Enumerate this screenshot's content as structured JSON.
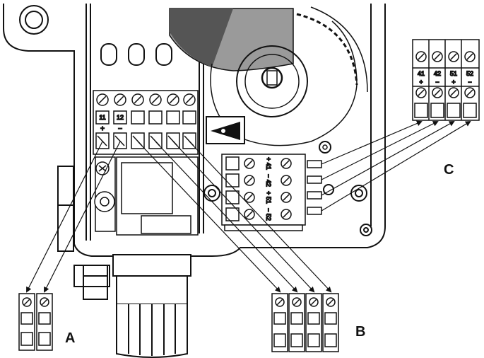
{
  "labels": {
    "a": "A",
    "b": "B",
    "c": "C"
  },
  "box_terminals": [
    "11",
    "12"
  ],
  "box_terminal_signs": [
    "+",
    "−"
  ],
  "relay_terminals": [
    "41",
    "42",
    "51",
    "52"
  ],
  "relay_signs": [
    "+",
    "−",
    "+",
    "−"
  ],
  "connector_c": {
    "numbers": [
      "41",
      "42",
      "51",
      "52"
    ],
    "signs": [
      "+",
      "−",
      "+",
      "−"
    ]
  },
  "colors": {
    "line": "#111111",
    "fill": "#ffffff",
    "shade_dark": "#555555",
    "shade_light": "#9a9a9a"
  }
}
